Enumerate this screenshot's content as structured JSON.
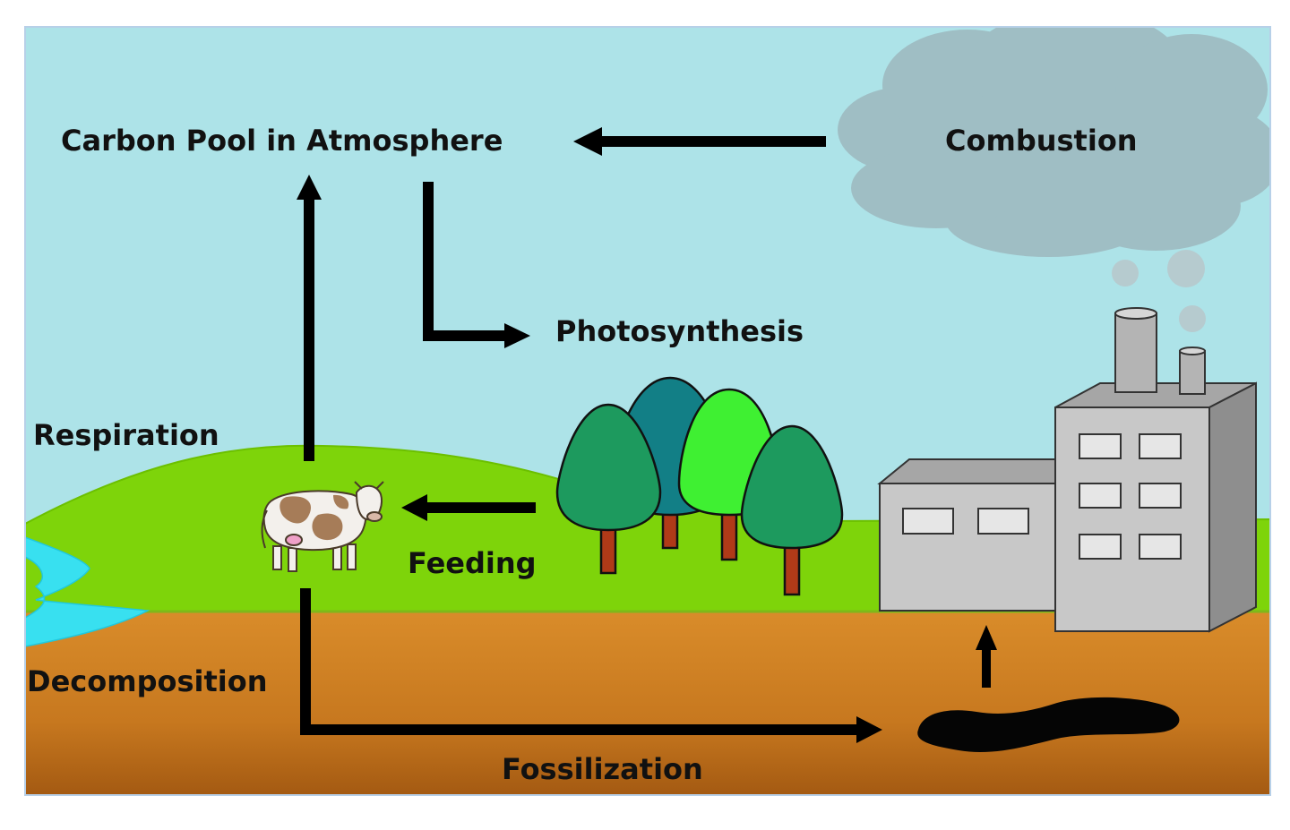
{
  "labels": {
    "atmosphere": "Carbon Pool in Atmosphere",
    "combustion": "Combustion",
    "photosynthesis": "Photosynthesis",
    "respiration": "Respiration",
    "feeding": "Feeding",
    "decomposition": "Decomposition",
    "fossilization": "Fossilization"
  },
  "colors": {
    "sky": "#ade3e8",
    "grass": "#7ed40a",
    "soil_top": "#d98c2a",
    "soil_bottom": "#a45a12",
    "water": "#38e0f0",
    "cloud": "#9fbec4",
    "factory_front": "#c8c8c8",
    "factory_side": "#8e8e8e",
    "arrow": "#000000"
  }
}
